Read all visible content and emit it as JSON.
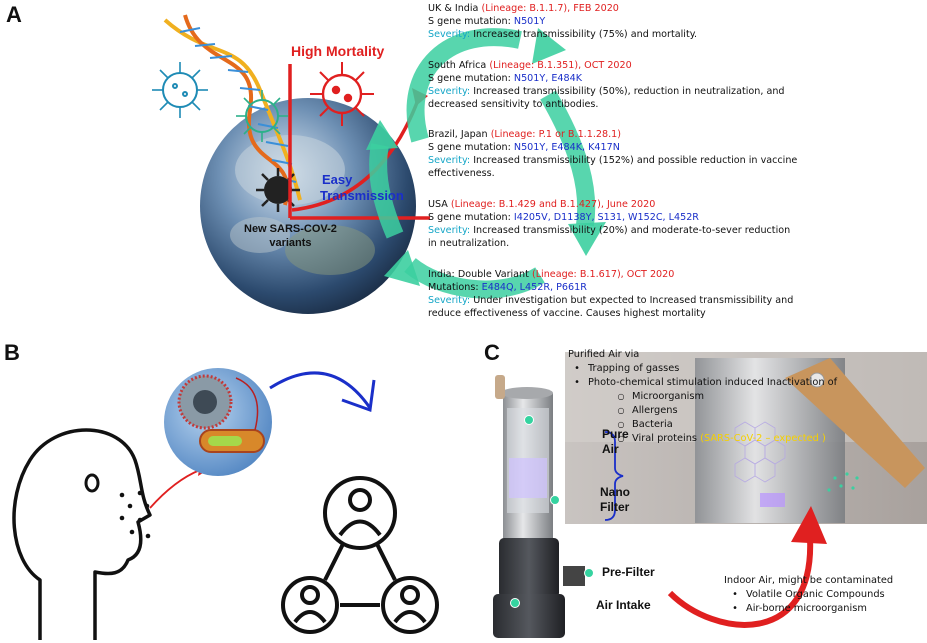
{
  "panels": {
    "a": "A",
    "b": "B",
    "c": "C"
  },
  "panel_a": {
    "high_mortality": "High Mortality",
    "easy_line1": "Easy",
    "easy_line2": "Transmission",
    "new_variants_line1": "New SARS-COV-2",
    "new_variants_line2": "variants",
    "variants": [
      {
        "header": "UK & India ",
        "lineage": "(Lineage: B.1.1.7), FEB 2020",
        "mut_label": "S gene mutation: ",
        "mut_value": "N501Y",
        "sev_label": "Severity: ",
        "sev_text": "Increased transmissibility (75%) and mortality."
      },
      {
        "header": "South Africa ",
        "lineage": "(Lineage: B.1.351), OCT 2020",
        "mut_label": "S gene mutation: ",
        "mut_value": "N501Y, E484K",
        "sev_label": "Severity: ",
        "sev_text": "Increased transmissibility (50%), reduction in neutralization, and",
        "sev_text2": "decreased sensitivity to antibodies."
      },
      {
        "header": "Brazil, Japan ",
        "lineage": "(Lineage: P.1 or B.1.1.28.1)",
        "mut_label": "S gene mutation: ",
        "mut_value": "N501Y, E484K, K417N",
        "sev_label": "Severity: ",
        "sev_text": "Increased transmissibility (152%) and possible reduction in vaccine",
        "sev_text2": "effectiveness."
      },
      {
        "header": "USA ",
        "lineage": "(Lineage: B.1.429 and B.1.427), June 2020",
        "mut_label": "S gene mutation: ",
        "mut_value": "I4205V, D1138Y, S131, W152C, L452R",
        "sev_label": "Severity: ",
        "sev_text": "Increased transmissibility (20%) and moderate-to-sever reduction",
        "sev_text2": "in neutralization."
      },
      {
        "header": "India: Double Variant ",
        "lineage": "(Lineage: B.1.617), OCT 2020",
        "mut_label": "Mutations: ",
        "mut_value": "E484Q, L452R, P661R",
        "sev_label": "Severity: ",
        "sev_text": "Under investigation but expected to Increased transmissibility and",
        "sev_text2": "reduce effectiveness of vaccine. Causes highest mortality"
      }
    ]
  },
  "panel_c": {
    "title": "Purified Air via",
    "bullets": [
      "Trapping of gasses",
      "Photo-chemical stimulation induced Inactivation of"
    ],
    "subitems": [
      "Microorganism",
      "Allergens",
      "Bacteria",
      "Viral proteins "
    ],
    "viral_note": "(SARS-CoV-2 – expected )",
    "pure_line1": "Pure",
    "pure_line2": "Air",
    "nano_line1": "Nano",
    "nano_line2": "Filter",
    "pre_filter": "Pre-Filter",
    "air_intake": "Air Intake",
    "indoor_title": "Indoor Air, might be contaminated",
    "indoor_bullets": [
      "Volatile Organic Compounds",
      "Air-borne microorganism"
    ]
  },
  "colors": {
    "red": "#e02020",
    "blue": "#1a2fc9",
    "cyan": "#15a6c7",
    "green_arrow": "#3ccfa0",
    "yellow": "#f5d000"
  }
}
